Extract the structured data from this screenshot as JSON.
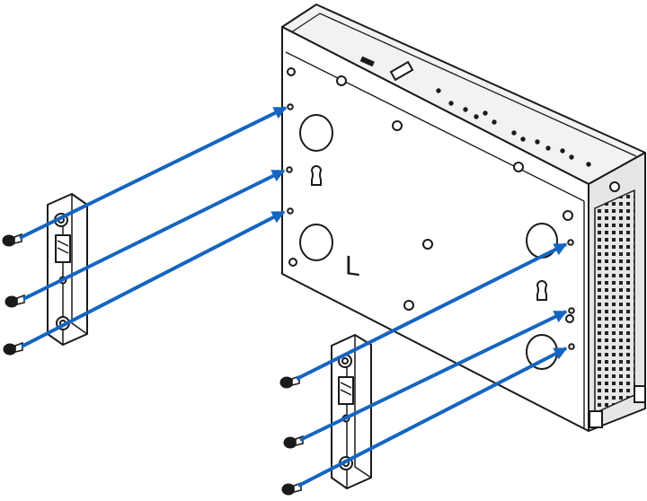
{
  "diagram": {
    "panel_letter": "L",
    "colors": {
      "line": "#1a1a1a",
      "arrow": "#1565c0",
      "device_face": "#ffffff",
      "device_top": "#f2f2f2",
      "device_side": "#e6e6e6"
    },
    "parts": [
      {
        "name": "device-chassis"
      },
      {
        "name": "din-rail-clip-left"
      },
      {
        "name": "din-rail-clip-right"
      },
      {
        "name": "screws",
        "count": 6
      }
    ],
    "arrows_count": 6
  }
}
